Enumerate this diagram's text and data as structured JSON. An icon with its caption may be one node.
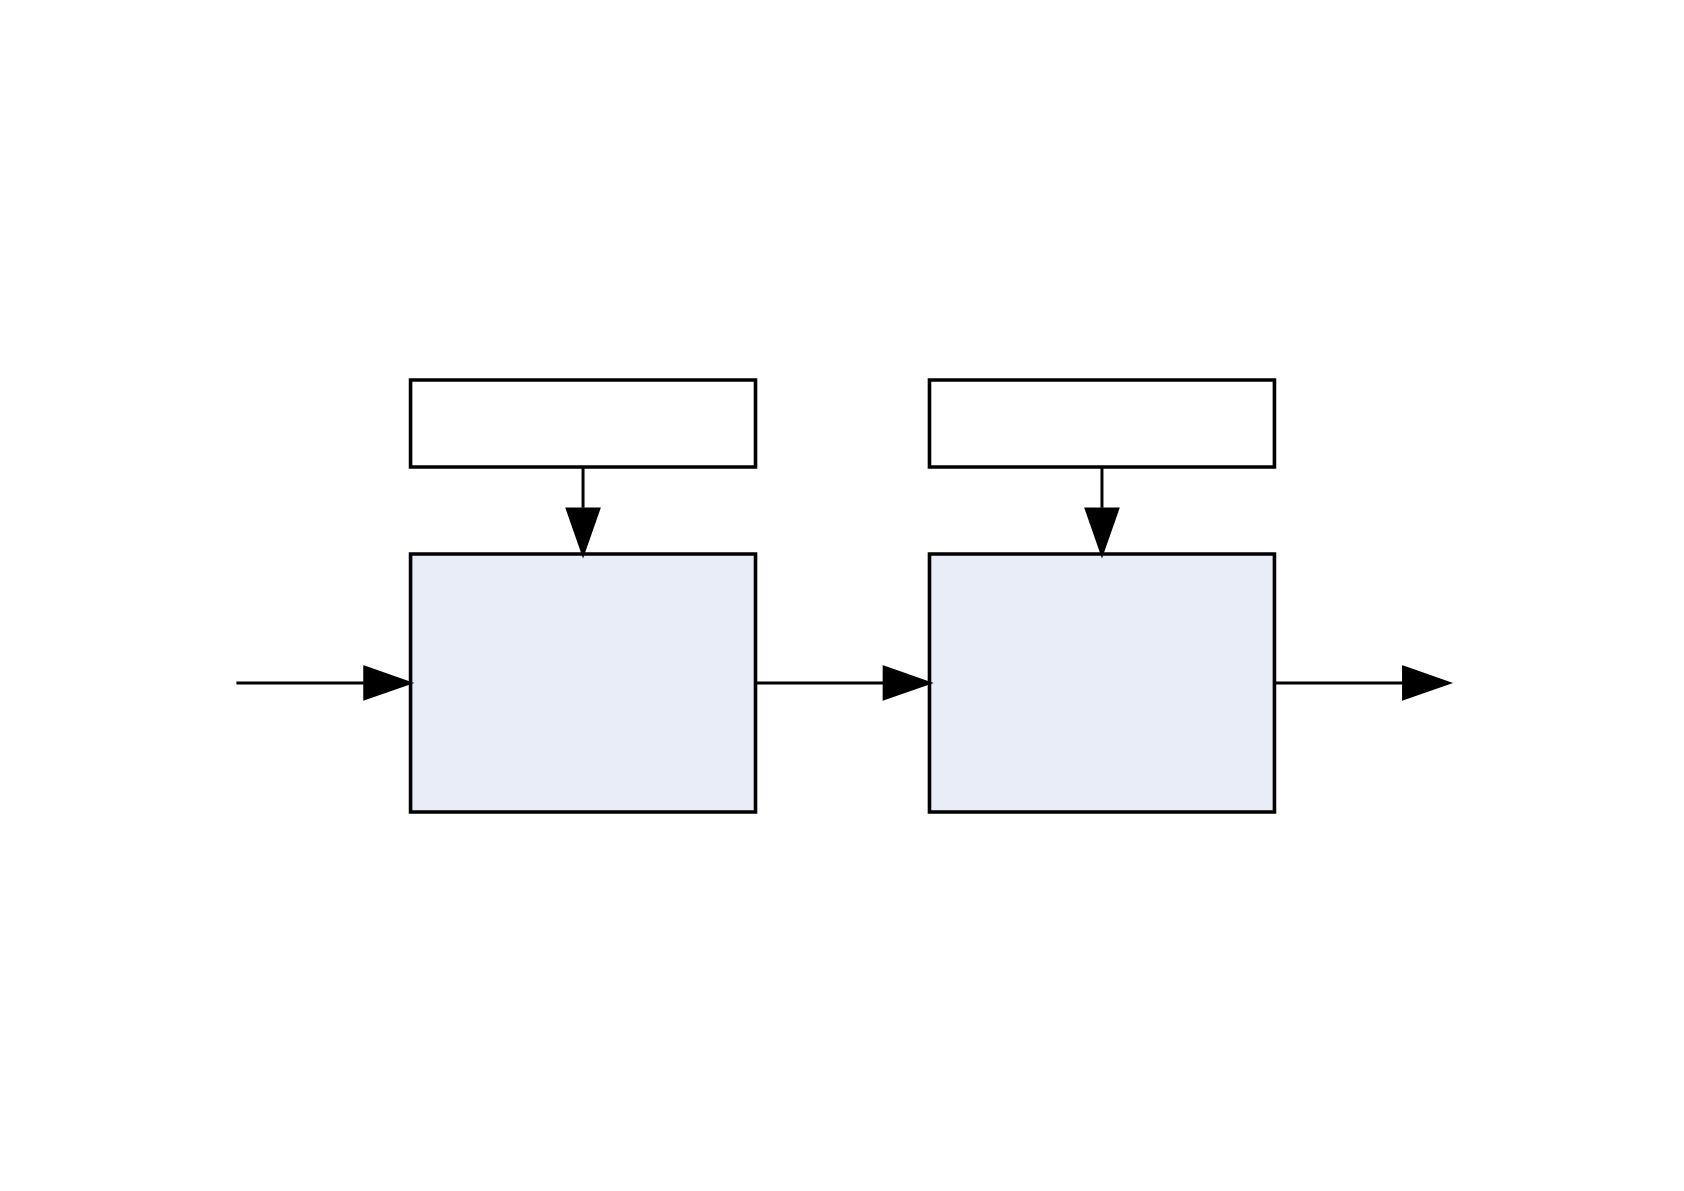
{
  "diagram": {
    "nodes": [
      {
        "text": [],
        "shape": "box"
      },
      {
        "text": [],
        "shape": "box"
      },
      {
        "text": [],
        "shape": "box"
      },
      {
        "text": [],
        "shape": "box"
      }
    ],
    "edges": [
      {
        "from": 0,
        "to": 2,
        "arrow": "to"
      },
      {
        "from": 1,
        "to": 3,
        "arrow": "to"
      },
      {
        "from": null,
        "to": 2,
        "arrow": "to"
      },
      {
        "from": 2,
        "to": 3,
        "arrow": "to"
      },
      {
        "from": 3,
        "to": null,
        "arrow": "to"
      }
    ]
  }
}
